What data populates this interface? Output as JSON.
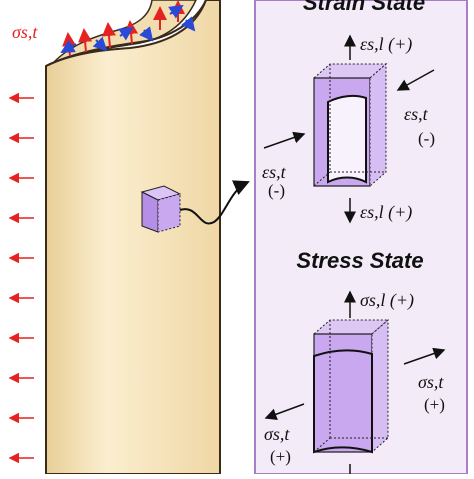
{
  "diagram": {
    "cylinder_stress_label": "σs,t",
    "strain_panel": {
      "title": "Strain State",
      "top_label": "εs,l (+)",
      "bottom_label": "εs,l (+)",
      "left_label_line1": "εs,t",
      "left_label_line2": "(-)",
      "right_label_line1": "εs,t",
      "right_label_line2": "(-)"
    },
    "stress_panel": {
      "title": "Stress State",
      "top_label": "σs,l (+)",
      "left_label_line1": "σs,t",
      "left_label_line2": "(+)",
      "right_label_line1": "σs,t",
      "right_label_line2": "(+)"
    },
    "colors": {
      "cylinder_fill": "#f7e6c1",
      "cylinder_edge": "#3a2a1a",
      "panel_fill": "#f3ecf8",
      "panel_border": "#a77fc9",
      "element_fill": "#c9a8ef",
      "red_arrow": "#e52222",
      "blue_arrow": "#2a49d6",
      "black": "#111111"
    }
  }
}
